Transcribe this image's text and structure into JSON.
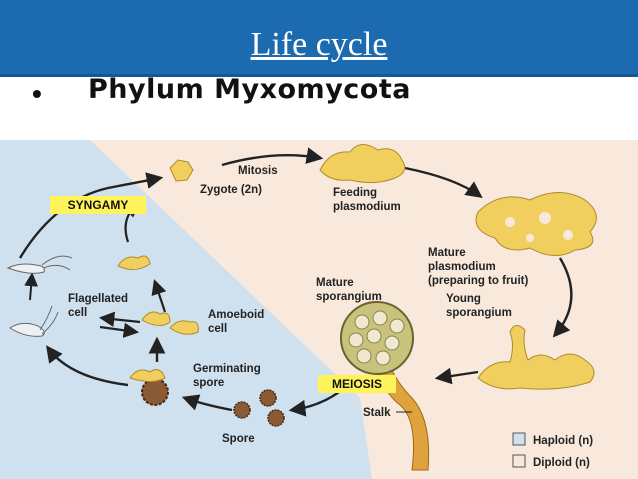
{
  "slide": {
    "title": "Life cycle",
    "bullet": "•",
    "subtitle": "Phylum Myxomycota"
  },
  "diagram": {
    "labels": {
      "mitosis": "Mitosis",
      "zygote": "Zygote (2n)",
      "feeding_line1": "Feeding",
      "feeding_line2": "plasmodium",
      "syngamy": "SYNGAMY",
      "mature_plasm_line1": "Mature",
      "mature_plasm_line2": "plasmodium",
      "mature_plasm_line3": "(preparing to fruit)",
      "mature_spor_line1": "Mature",
      "mature_spor_line2": "sporangium",
      "young_spor_line1": "Young",
      "young_spor_line2": "sporangium",
      "flagellated_line1": "Flagellated",
      "flagellated_line2": "cell",
      "amoeboid_line1": "Amoeboid",
      "amoeboid_line2": "cell",
      "germinating_line1": "Germinating",
      "germinating_line2": "spore",
      "meiosis": "MEIOSIS",
      "stalk": "Stalk",
      "spore": "Spore"
    },
    "legend": {
      "haploid": "Haploid (n)",
      "diploid": "Diploid (n)"
    },
    "colors": {
      "haploid_bg": "#cfe0ef",
      "diploid_bg": "#f8e9dc",
      "plasmodium": "#f0cf5e",
      "highlight": "#fff35a",
      "arrow": "#222222",
      "header": "#1c6ab0"
    }
  }
}
